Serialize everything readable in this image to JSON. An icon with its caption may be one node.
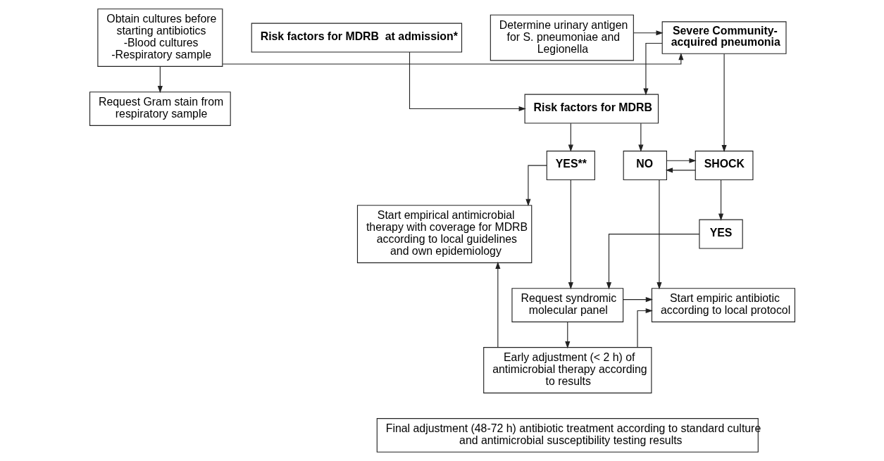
{
  "diagram": {
    "nodes": [
      {
        "text": [
          "Determine urinary antigen for S. pneumoniae and Legionella"
        ]
      },
      {
        "text": [
          "Severe Community-acquired pneumonia"
        ]
      },
      {
        "text": [
          "Obtain cultures before starting antibiotics -Blood cultures -Respiratory sample"
        ]
      },
      {
        "text": [
          "Risk factors for MDRB  at admission*"
        ]
      },
      {
        "text": [
          "Risk factors for MDRB"
        ]
      },
      {
        "text": [
          "Request Gram stain from respiratory sample"
        ]
      },
      {
        "text": [
          "YES**"
        ]
      },
      {
        "text": [
          "NO"
        ]
      },
      {
        "text": [
          "SHOCK"
        ]
      },
      {
        "text": [
          "Start empirical antimicrobial therapy with coverage for MDRB according to local guidelines and own epidemiology"
        ]
      },
      {
        "text": [
          "YES"
        ]
      },
      {
        "text": [
          "Request syndromic molecular panel"
        ]
      },
      {
        "text": [
          "Start empiric antibiotic according to local protocol"
        ]
      },
      {
        "text": [
          "Early adjustment (< 2 h) of antimicrobial therapy according to results"
        ]
      },
      {
        "text": [
          "Final adjustment (48-72 h) antibiotic treatment according to standard culture and antimicrobial susceptibility testing results"
        ]
      }
    ],
    "edges": [
      {
        "from": 0,
        "to": 1,
        "arrow": "to"
      },
      {
        "from": 2,
        "to": 1,
        "arrow": "to"
      },
      {
        "from": 1,
        "to": 4,
        "arrow": "to"
      },
      {
        "from": 1,
        "to": 8,
        "arrow": "to"
      },
      {
        "from": 3,
        "to": 4,
        "arrow": "to"
      },
      {
        "from": 2,
        "to": 5,
        "arrow": "to"
      },
      {
        "from": 4,
        "to": 6,
        "arrow": "to"
      },
      {
        "from": 4,
        "to": 7,
        "arrow": "to"
      },
      {
        "from": 7,
        "to": 8,
        "arrow": "to"
      },
      {
        "from": 8,
        "to": 7,
        "arrow": "to"
      },
      {
        "from": 8,
        "to": 10,
        "arrow": "to"
      },
      {
        "from": 6,
        "to": 9,
        "arrow": "to"
      },
      {
        "from": 6,
        "to": 11,
        "arrow": "to"
      },
      {
        "from": 10,
        "to": 11,
        "arrow": "to"
      },
      {
        "from": 7,
        "to": 12,
        "arrow": "to"
      },
      {
        "from": 11,
        "to": 12,
        "arrow": "to"
      },
      {
        "from": 11,
        "to": 13,
        "arrow": "to"
      },
      {
        "from": 13,
        "to": 12,
        "arrow": "to"
      },
      {
        "from": 13,
        "to": 9,
        "arrow": "to"
      }
    ]
  }
}
